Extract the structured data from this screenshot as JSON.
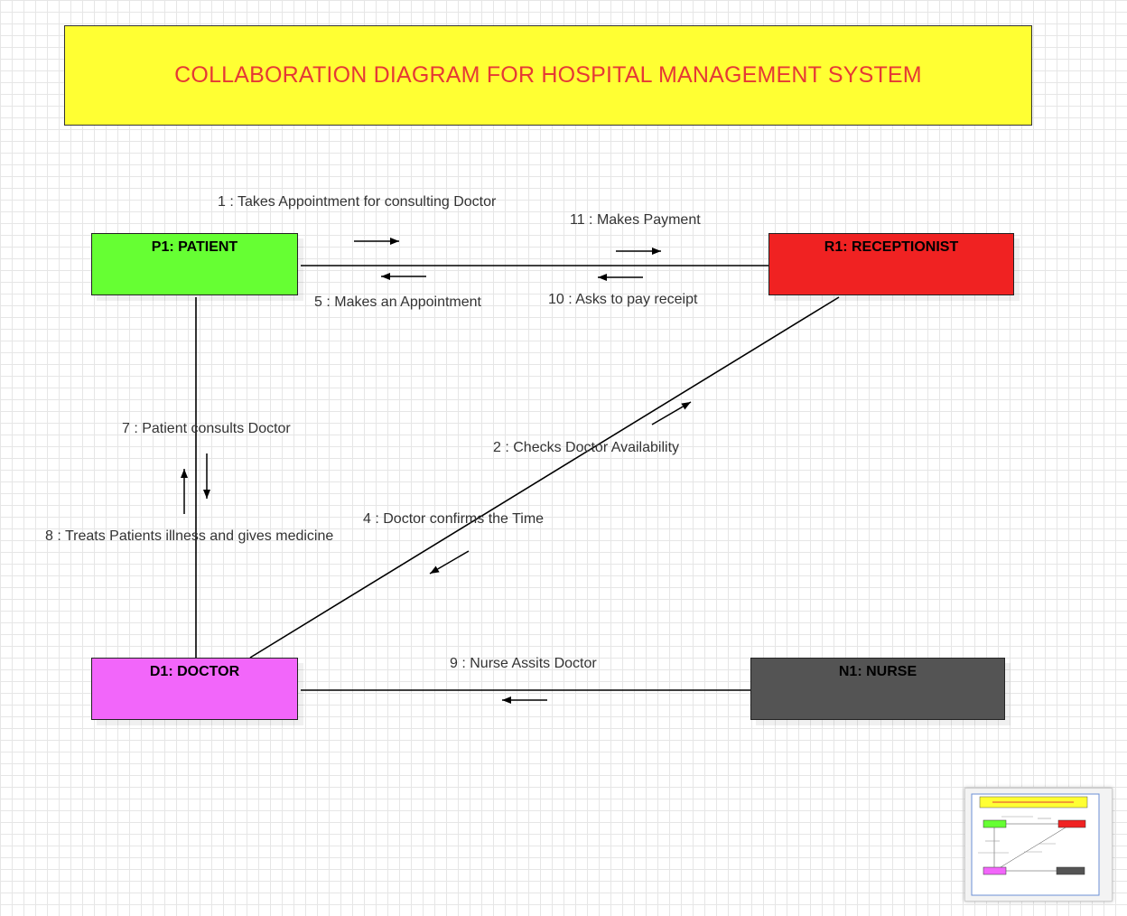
{
  "title": "COLLABORATION DIAGRAM FOR HOSPITAL MANAGEMENT SYSTEM",
  "colors": {
    "title_bg": "#ffff33",
    "title_text": "#e53935",
    "patient": "#66ff33",
    "receptionist": "#f02222",
    "doctor": "#f266fa",
    "nurse": "#545454"
  },
  "nodes": {
    "patient": "P1: PATIENT",
    "receptionist": "R1: RECEPTIONIST",
    "doctor": "D1: DOCTOR",
    "nurse": "N1: NURSE"
  },
  "messages": {
    "m1": "1 : Takes Appointment for consulting Doctor",
    "m2": "2 : Checks Doctor Availability",
    "m4": "4 : Doctor confirms the Time",
    "m5": "5 : Makes an Appointment",
    "m7": "7 : Patient consults Doctor",
    "m8": "8 : Treats Patients illness and gives medicine",
    "m9": "9 : Nurse Assits Doctor",
    "m10": "10 : Asks to pay receipt",
    "m11": "11 : Makes Payment"
  }
}
